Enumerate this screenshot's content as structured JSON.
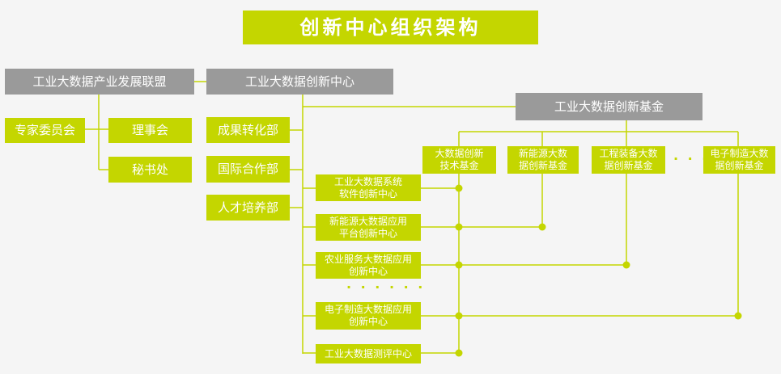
{
  "title": "创新中心组织架构",
  "alliance": {
    "name": "工业大数据产业发展联盟",
    "units": [
      "专家委员会",
      "理事会",
      "秘书处"
    ]
  },
  "center": {
    "name": "工业大数据创新中心",
    "departments": [
      "成果转化部",
      "国际合作部",
      "人才培养部"
    ],
    "sub_centers": [
      [
        "工业大数据系统",
        "软件创新中心"
      ],
      [
        "新能源大数据应用",
        "平台创新中心"
      ],
      [
        "农业服务大数据应用",
        "创新中心"
      ],
      [
        "电子制造大数据应用",
        "创新中心"
      ],
      [
        "工业大数据测评中心"
      ]
    ],
    "sub_center_ellipsis": "· · · · · ·"
  },
  "fund": {
    "name": "工业大数据创新基金",
    "sub_funds": [
      [
        "大数据创新",
        "技术基金"
      ],
      [
        "新能源大数",
        "据创新基金"
      ],
      [
        "工程装备大数",
        "据创新基金"
      ],
      [
        "电子制造大数",
        "据创新基金"
      ]
    ],
    "sub_fund_ellipsis": "· · ·"
  },
  "colors": {
    "accent": "#c4d600",
    "gray": "#9a9a9a",
    "background": "#f5f5f5"
  }
}
